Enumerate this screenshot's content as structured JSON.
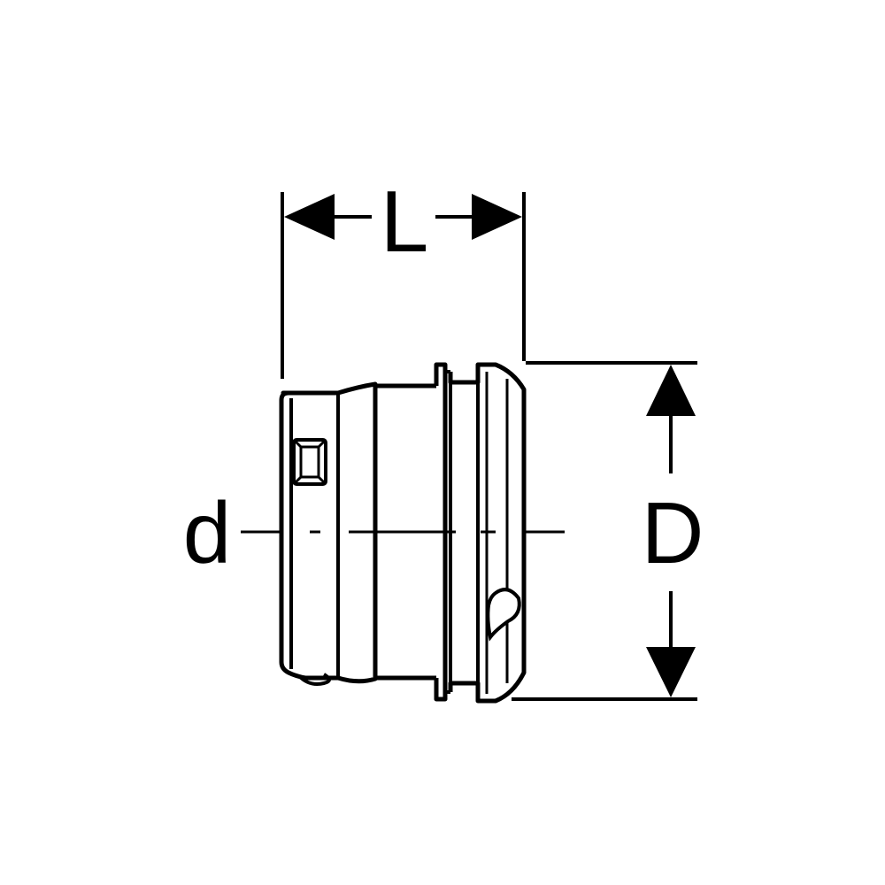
{
  "labels": {
    "length": "L",
    "inner_diameter": "d",
    "outer_diameter": "D"
  },
  "colors": {
    "line": "#000000",
    "background": "#ffffff"
  }
}
